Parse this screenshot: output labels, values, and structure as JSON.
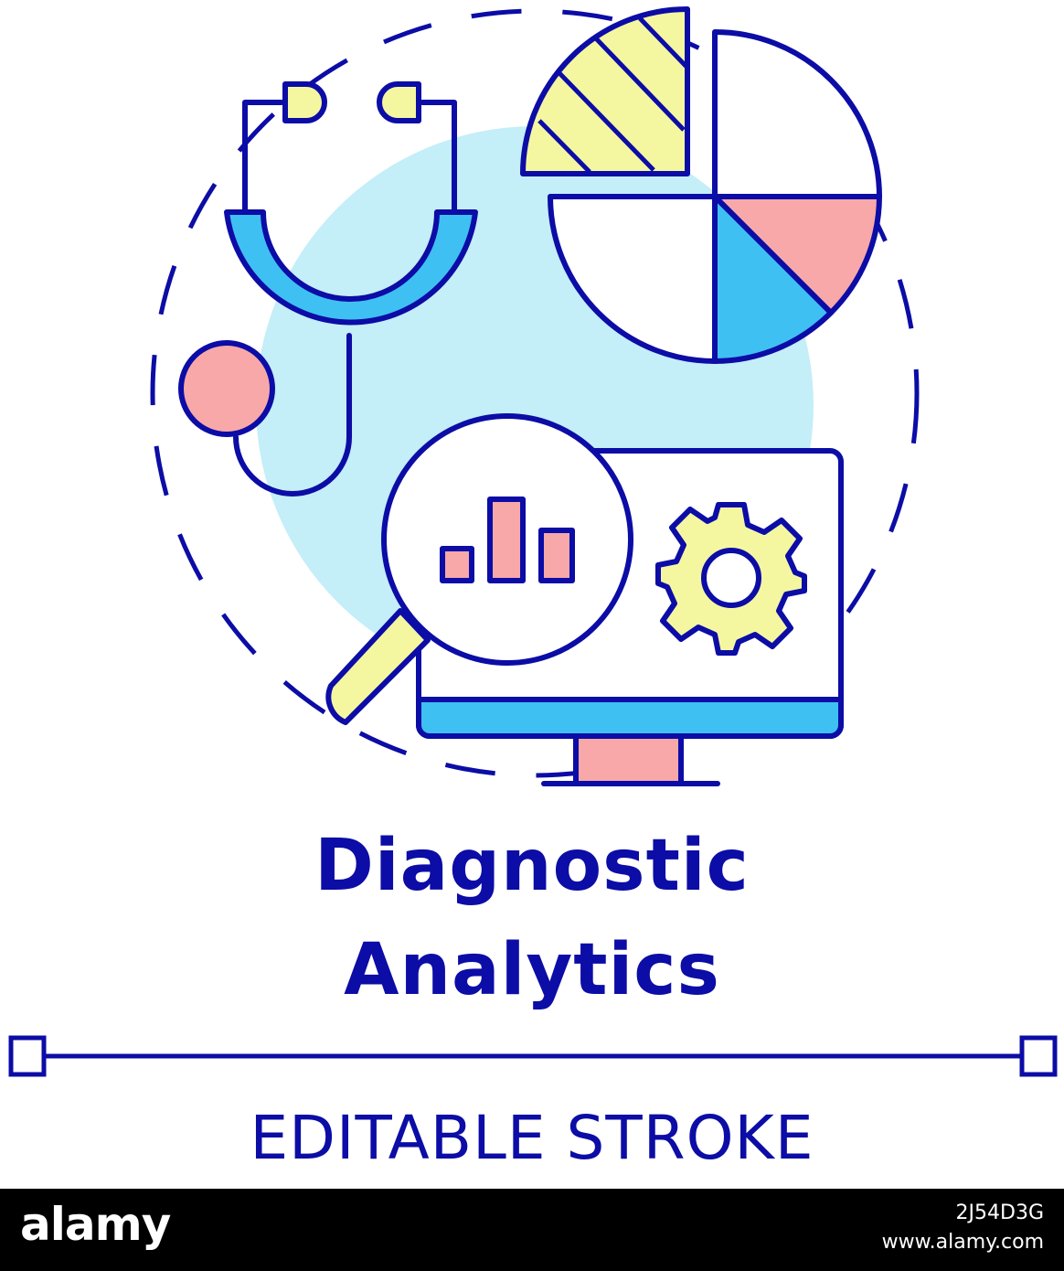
{
  "title": {
    "line1": "Diagnostic",
    "line2": "Analytics"
  },
  "editable_stroke_label": "EDITABLE STROKE",
  "footer": {
    "brand": "alamy",
    "image_id": "2J54D3G",
    "url": "www.alamy.com"
  },
  "colors": {
    "outline": "#0c0ca6",
    "light_blue": "#c4eef8",
    "blue": "#3fc0f2",
    "pink": "#f8a8a8",
    "yellow": "#f4f7a0",
    "footer_bg": "#000000"
  },
  "icons": [
    "stethoscope-icon",
    "pie-chart-icon",
    "monitor-icon",
    "gear-icon",
    "magnifier-icon",
    "bar-chart-icon"
  ]
}
